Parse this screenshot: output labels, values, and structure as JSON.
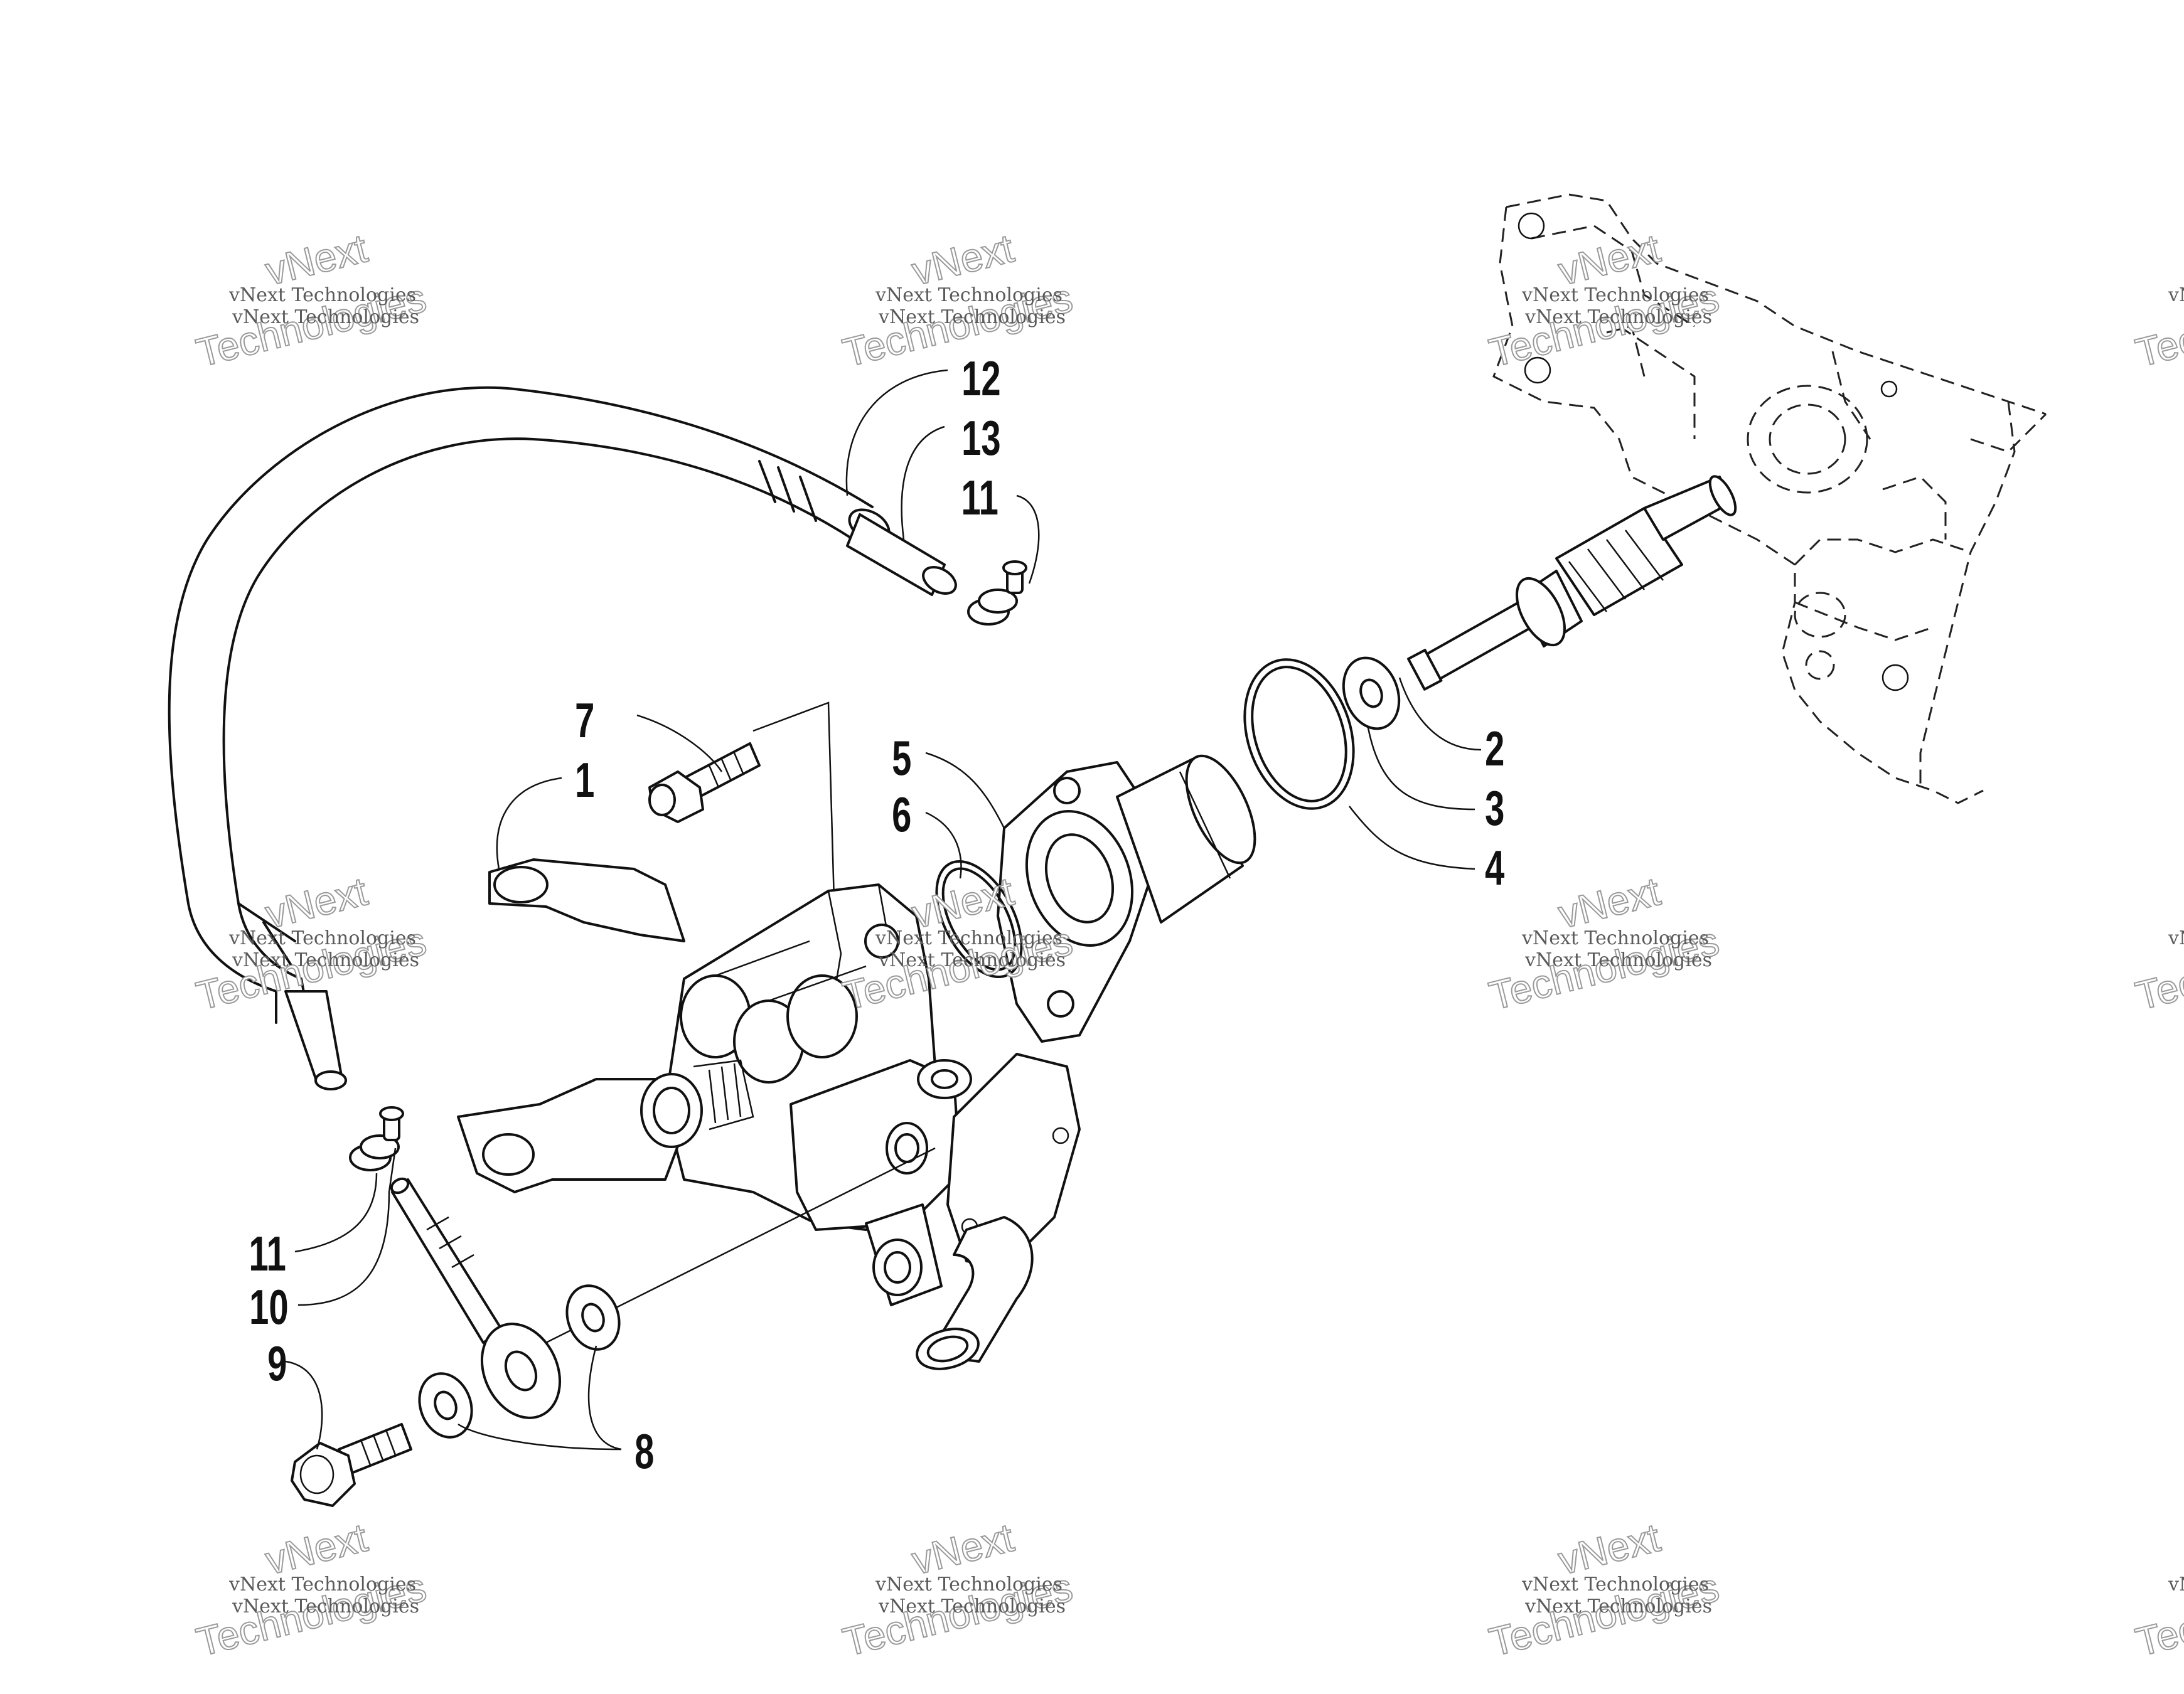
{
  "watermark": {
    "small_text": "vNext Technologies",
    "big_text_line1": "vNext",
    "big_text_line2": "Technologies"
  },
  "callouts": {
    "p1": "1",
    "p2": "2",
    "p3": "3",
    "p4": "4",
    "p5": "5",
    "p6": "6",
    "p7": "7",
    "p8": "8",
    "p9": "9",
    "p10": "10",
    "p11_top": "11",
    "p11_bottom": "11",
    "p12": "12",
    "p13": "13"
  }
}
